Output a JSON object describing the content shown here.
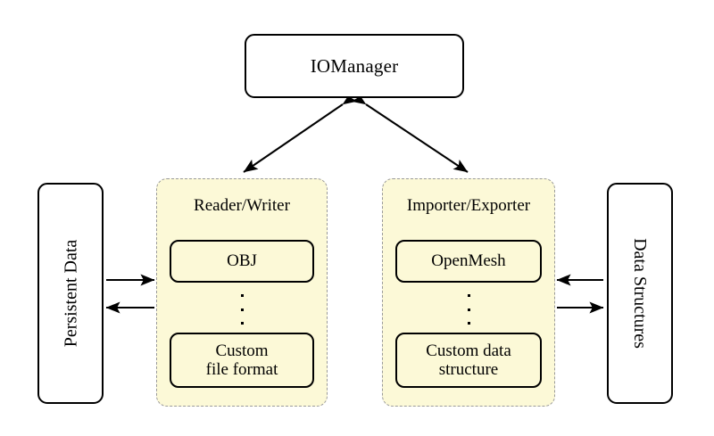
{
  "diagram": {
    "title_box": {
      "label": "IOManager"
    },
    "left_store": {
      "label": "Persistent Data"
    },
    "right_store": {
      "label": "Data Structures"
    },
    "panels": [
      {
        "title": "Reader/Writer",
        "top_item": "OBJ",
        "ellipsis": "⋮",
        "bottom_item_line1": "Custom",
        "bottom_item_line2": "file format"
      },
      {
        "title": "Importer/Exporter",
        "top_item": "OpenMesh",
        "ellipsis": "⋮",
        "bottom_item_line1": "Custom data",
        "bottom_item_line2": "structure"
      }
    ],
    "connections": [
      {
        "name": "iomanager-to-reader-writer",
        "style": "double-headed-diagonal"
      },
      {
        "name": "iomanager-to-importer-exporter",
        "style": "double-headed-diagonal"
      },
      {
        "name": "persistent-data-to-reader-writer",
        "style": "single-headed-right"
      },
      {
        "name": "reader-writer-to-persistent-data",
        "style": "single-headed-left"
      },
      {
        "name": "data-structures-to-importer-exporter",
        "style": "single-headed-left"
      },
      {
        "name": "importer-exporter-to-data-structures",
        "style": "single-headed-right"
      }
    ],
    "colors": {
      "panel_fill": "#fcf9d7",
      "panel_border": "#9a9a9a",
      "box_border": "#000000",
      "box_fill": "#ffffff",
      "background": "#ffffff"
    }
  }
}
